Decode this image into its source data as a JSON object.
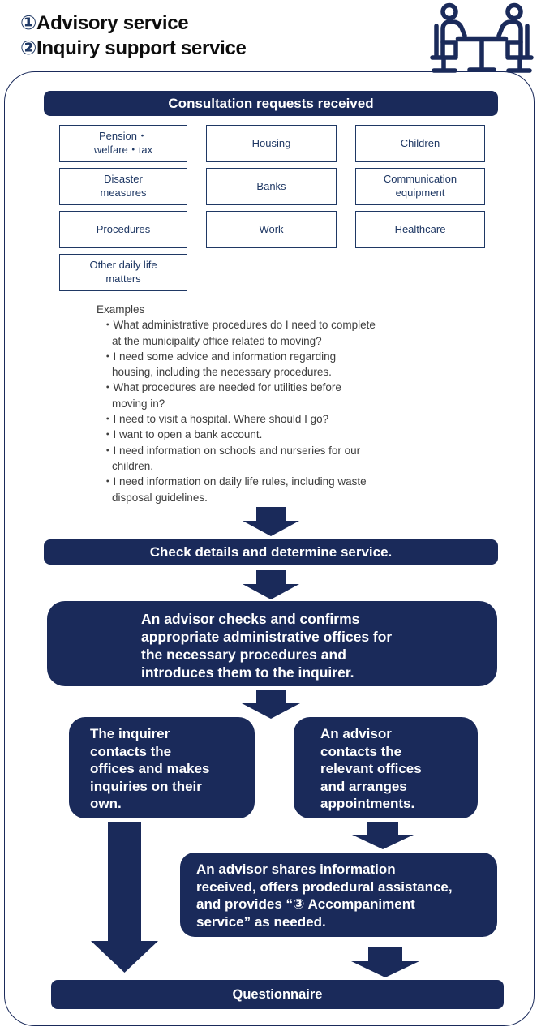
{
  "colors": {
    "navy_fill": "#1a2a5a",
    "navy_outline": "#1f3864",
    "example_text": "#3d3d3d",
    "title_text": "#0d0d0d"
  },
  "icons": {
    "header_icon": "meeting-icon",
    "flow_arrows": "down-arrow-icon"
  },
  "title": {
    "items": [
      {
        "num": "①",
        "label": "Advisory service"
      },
      {
        "num": "②",
        "label": "Inquiry support service"
      }
    ]
  },
  "flow": {
    "received_header": "Consultation requests received",
    "categories": [
      "Pension・\nwelfare・tax",
      "Housing",
      "Children",
      "Disaster\nmeasures",
      "Banks",
      "Communication\nequipment",
      "Procedures",
      "Work",
      "Healthcare",
      "Other daily life\nmatters"
    ],
    "examples": {
      "heading": "Examples",
      "items": [
        "・What administrative procedures do I need to complete\nat the municipality office related to moving?",
        "・I need some advice and information regarding\nhousing, including the necessary procedures.",
        "・What procedures are needed for utilities before\nmoving in?",
        "・I need to visit a hospital. Where should I go?",
        "・I want to open a bank account.",
        "・I need information on schools and nurseries for our\nchildren.",
        "・I need information on daily life rules, including waste\ndisposal guidelines."
      ]
    },
    "check_bar": "Check details and determine service.",
    "advisor_checks_box": "An advisor checks and confirms\nappropriate administrative offices for\nthe necessary procedures and\nintroduces them to the inquirer.",
    "inquirer_box": "The inquirer\ncontacts the\noffices and makes\ninquiries on their\nown.",
    "advisor_contacts_box": "An advisor\ncontacts the\nrelevant offices\nand arranges\nappointments.",
    "advisor_shares_box": "An advisor shares information\nreceived, offers prodedural assistance,\nand provides “③ Accompaniment\nservice” as needed.",
    "questionnaire_bar": "Questionnaire"
  }
}
